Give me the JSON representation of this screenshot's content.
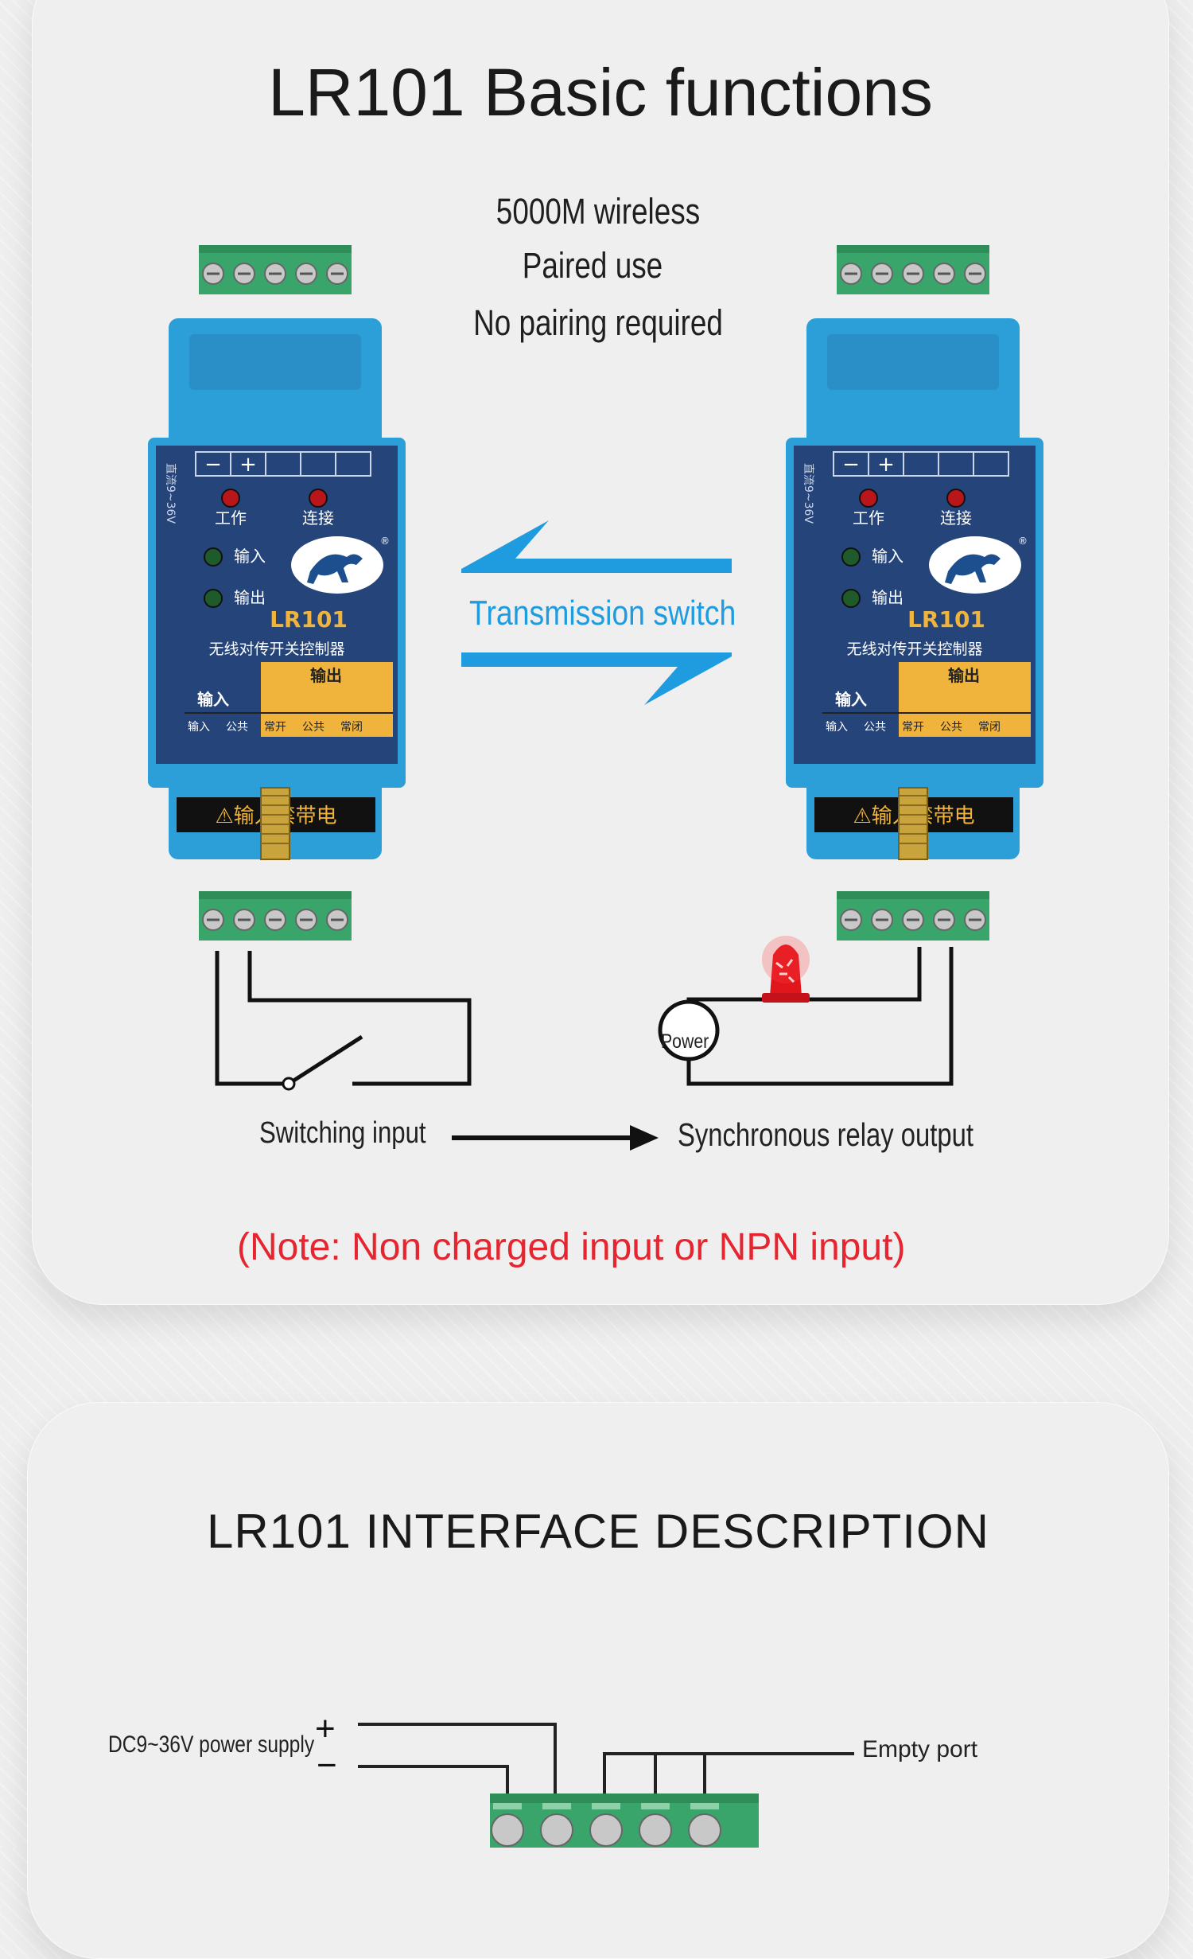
{
  "section1": {
    "title": "LR101 Basic functions",
    "features": [
      "5000M wireless",
      "Paired use",
      "No pairing required"
    ],
    "transmission_label": "Transmission switch",
    "switching_input_label": "Switching input",
    "relay_output_label": "Synchronous relay output",
    "power_label": "Power",
    "note": "(Note: Non charged input or NPN input)"
  },
  "device": {
    "model": "LR101",
    "product_name": "无线对传开关控制器",
    "side_label": "直流9~36V",
    "minus": "−",
    "plus": "+",
    "led_work": "工作",
    "led_connect": "连接",
    "led_input": "输入",
    "led_output": "输出",
    "terminal_input_heading": "输入",
    "terminal_output_heading": "输出",
    "terminal_labels": [
      "输入",
      "公共",
      "常开",
      "公共",
      "常闭"
    ],
    "warning": "⚠输入禁带电",
    "registered": "®"
  },
  "section2": {
    "title": "LR101 INTERFACE DESCRIPTION",
    "power_supply_label": "DC9~36V power supply",
    "plus": "+",
    "minus": "−",
    "empty_port_label": "Empty port"
  },
  "colors": {
    "module_blue": "#2d9fd8",
    "panel_navy": "#25447a",
    "terminal_green": "#3aa56a",
    "arrow_blue": "#1f9be0",
    "note_red": "#e5252f",
    "label_orange": "#f0b33c"
  }
}
